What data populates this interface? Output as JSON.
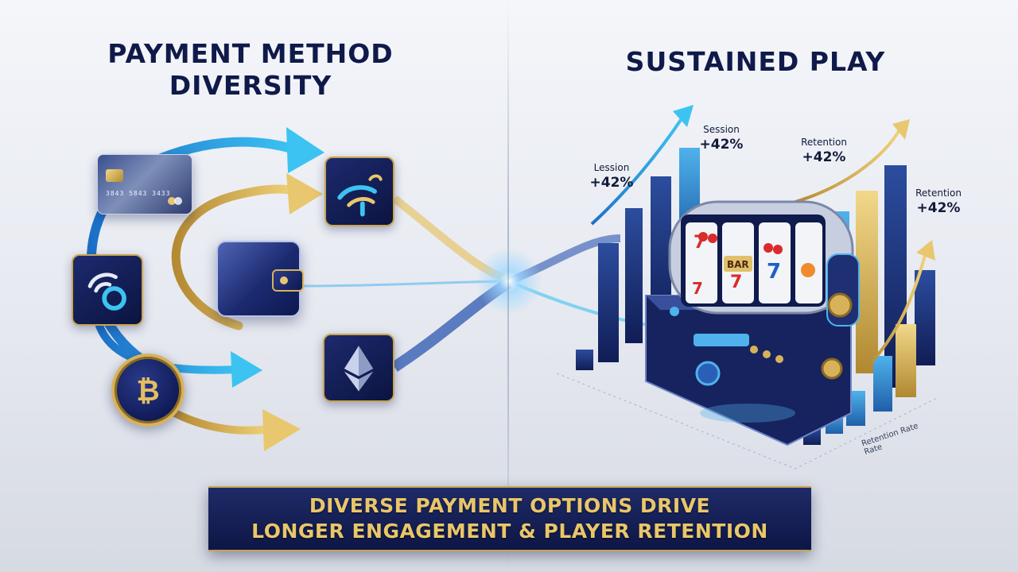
{
  "left_panel": {
    "title_line1": "PAYMENT METHOD",
    "title_line2": "DIVERSITY",
    "card": {
      "number_text": "3843 5843 3433"
    },
    "icons": [
      {
        "name": "card-icon"
      },
      {
        "name": "contactless-icon"
      },
      {
        "name": "brand-app-icon"
      },
      {
        "name": "wallet-icon"
      },
      {
        "name": "ethereum-icon"
      },
      {
        "name": "bitcoin-icon"
      }
    ]
  },
  "right_panel": {
    "title": "SUSTAINED PLAY",
    "stats": [
      {
        "label": "Lession",
        "value": "+42%"
      },
      {
        "label": "Session",
        "value": "+42%"
      },
      {
        "label": "Retention",
        "value": "+42%"
      },
      {
        "label": "Retention",
        "value": "+42%"
      }
    ],
    "axis_label_line1": "Retention Rate",
    "axis_label_line2": "Rate",
    "slot_reel_text": "BAR",
    "icons": [
      {
        "name": "slot-machine-icon"
      },
      {
        "name": "bar-chart-icon"
      },
      {
        "name": "trend-arrow-icon"
      }
    ]
  },
  "banner": {
    "line1": "DIVERSE PAYMENT OPTIONS DRIVE",
    "line2": "LONGER ENGAGEMENT & PLAYER RETENTION"
  },
  "colors": {
    "navy": "#101a4a",
    "gold": "#d8b25a",
    "blue": "#2a9ae0",
    "banner_text": "#e9c66a"
  }
}
